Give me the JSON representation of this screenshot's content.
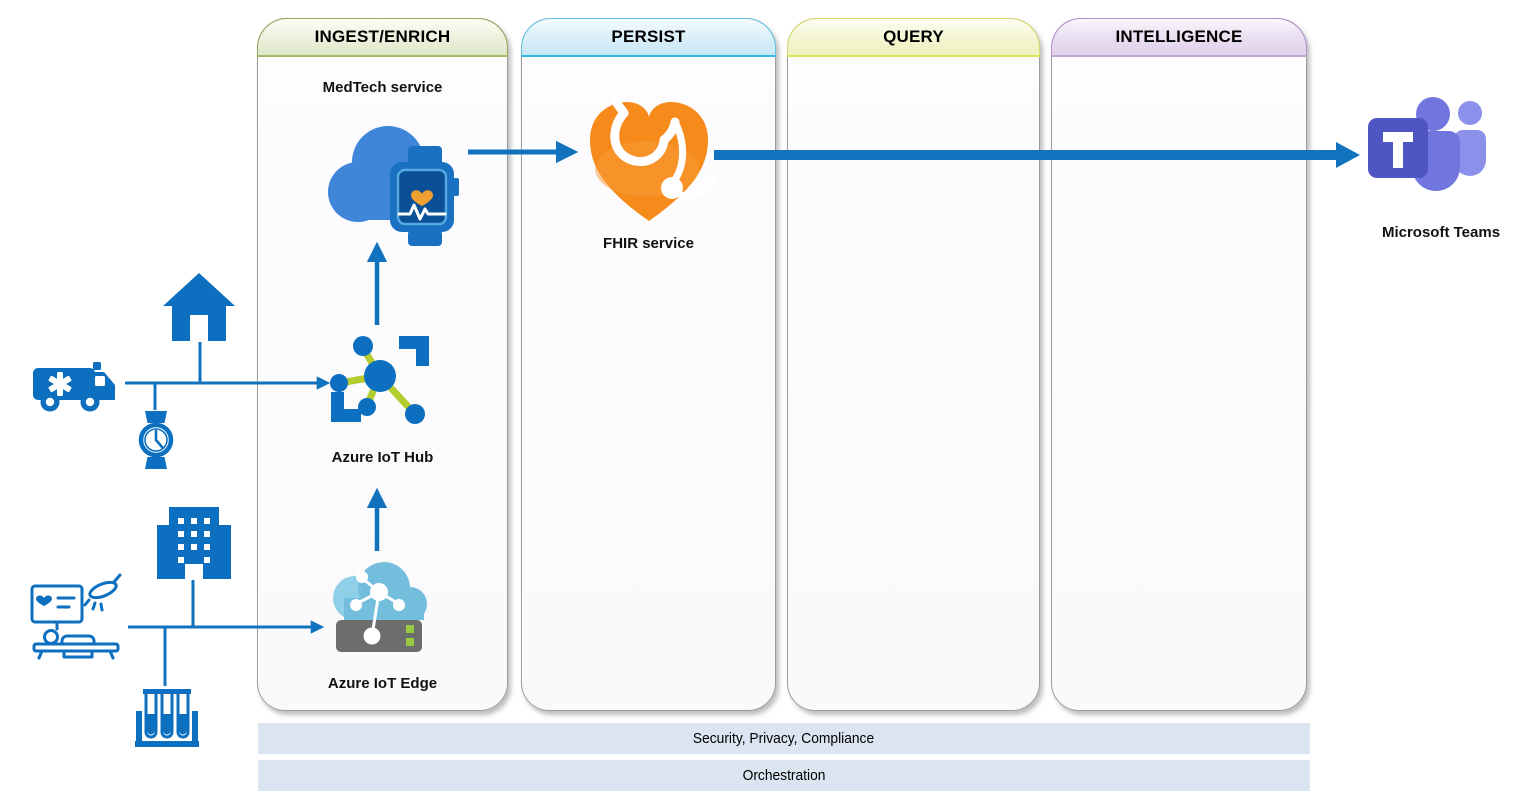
{
  "columns": [
    {
      "label": "INGEST/ENRICH",
      "header_bg": "#e6edd3",
      "border": "#97a55c"
    },
    {
      "label": "PERSIST",
      "header_bg": "#cfe9f7",
      "border": "#35b8e6"
    },
    {
      "label": "QUERY",
      "header_bg": "#f3f5c9",
      "border": "#e0e25c"
    },
    {
      "label": "INTELLIGENCE",
      "header_bg": "#e6d9ef",
      "border": "#b490cc"
    }
  ],
  "nodes": {
    "medtech": {
      "label": "MedTech service",
      "icon": "cloud-smartwatch-icon"
    },
    "iot_hub": {
      "label": "Azure IoT Hub",
      "icon": "iot-hub-icon"
    },
    "iot_edge": {
      "label": "Azure IoT Edge",
      "icon": "iot-edge-icon"
    },
    "fhir": {
      "label": "FHIR service",
      "icon": "fhir-heart-stethoscope-icon"
    },
    "teams": {
      "label": "Microsoft Teams",
      "icon": "microsoft-teams-icon"
    }
  },
  "sources": {
    "upper_group": [
      {
        "icon": "home-icon"
      },
      {
        "icon": "ambulance-icon"
      },
      {
        "icon": "smartwatch-icon"
      }
    ],
    "lower_group": [
      {
        "icon": "hospital-icon"
      },
      {
        "icon": "operating-room-icon"
      },
      {
        "icon": "test-tubes-icon"
      }
    ]
  },
  "bars": [
    {
      "label": "Security, Privacy, Compliance"
    },
    {
      "label": "Orchestration"
    }
  ],
  "colors": {
    "icon_blue": "#0d6fc0",
    "arrow_blue": "#1173bd",
    "iot_link_green": "#b5cc2e",
    "edge_cloud_blue": "#74bedd",
    "server_gray": "#6d6d6d",
    "server_led_green": "#97ca3e",
    "medtech_cloud_blue": "#3f86d9",
    "watch_blue": "#1a71c2",
    "heart_orange": "#f0a030",
    "fhir_orange": "#f68a1b",
    "teams_purple_dark": "#4e56c4",
    "teams_purple_mid": "#7076dd",
    "teams_purple_light": "#8b90ea",
    "bar_bg": "#dbe4f1"
  }
}
